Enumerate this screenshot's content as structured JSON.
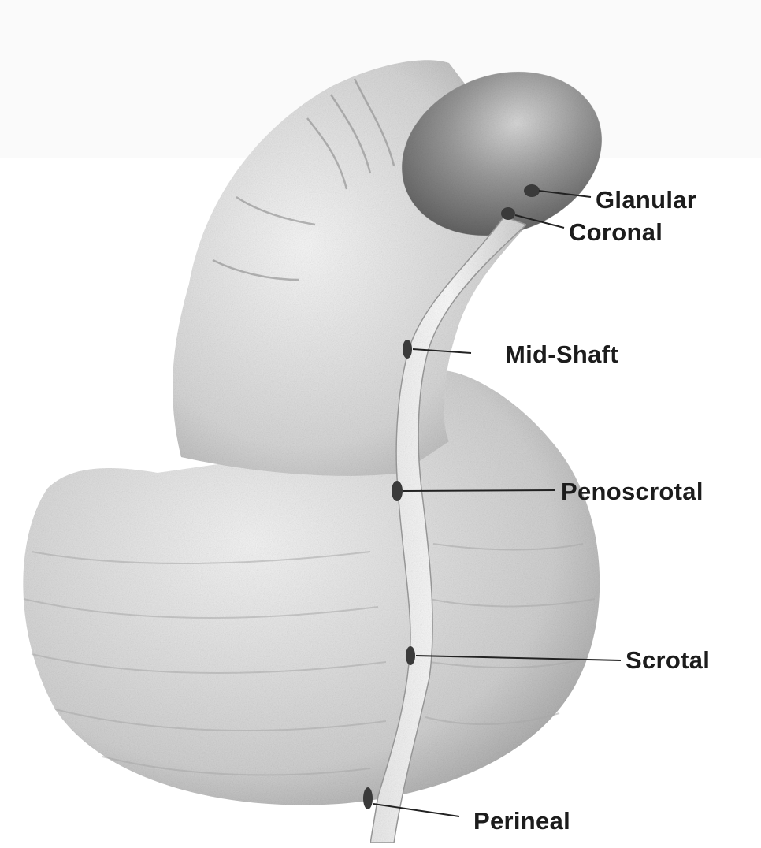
{
  "diagram": {
    "labels": {
      "glanular": "Glanular",
      "coronal": "Coronal",
      "mid_shaft": "Mid-Shaft",
      "penoscrotal": "Penoscrotal",
      "scrotal": "Scrotal",
      "perineal": "Perineal"
    }
  }
}
